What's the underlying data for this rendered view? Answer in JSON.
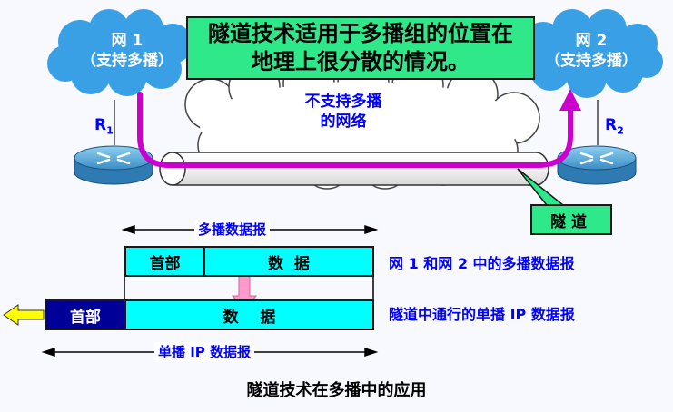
{
  "title": {
    "line1": "隧道技术适用于多播组的位置在",
    "line2": "地理上很分散的情况。"
  },
  "network1": {
    "name": "网 1",
    "note": "（支持多播）"
  },
  "network2": {
    "name": "网 2",
    "note": "（支持多播）"
  },
  "middle_cloud": {
    "line1": "不支持多播",
    "line2": "的网络"
  },
  "routers": {
    "r1": {
      "letter": "R",
      "sub": "1"
    },
    "r2": {
      "letter": "R",
      "sub": "2"
    }
  },
  "tunnel_label": "隧道",
  "multicast_datagram": {
    "label": "多播数据报",
    "header": "首部",
    "data": "数  据",
    "description": "网 1 和网 2 中的多播数据报"
  },
  "unicast_datagram": {
    "label": "单播 IP 数据报",
    "header": "首部",
    "data": "数    据",
    "description": "隧道中通行的单播 IP 数据报"
  },
  "caption": "隧道技术在多播中的应用",
  "colors": {
    "cloud_blue": "#3AA0E6",
    "title_green": "#2EE889",
    "packet_cyan": "#00FFFF",
    "header_navy": "#000099",
    "path_magenta": "#CC00CC",
    "arrow_yellow": "#FFFF00",
    "arrow_pink": "#FF99CC",
    "text_blue": "#0000FF"
  }
}
